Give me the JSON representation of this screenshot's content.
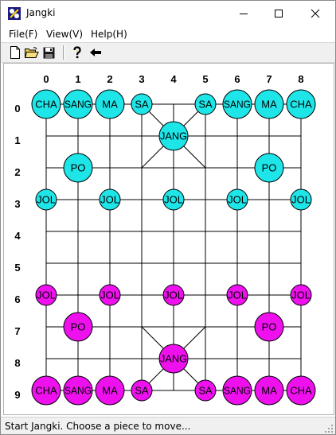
{
  "window": {
    "title": "Jangki",
    "icon": "jangki-app-icon"
  },
  "menu": {
    "items": [
      {
        "id": "file",
        "label": "File(F)"
      },
      {
        "id": "view",
        "label": "View(V)"
      },
      {
        "id": "help",
        "label": "Help(H)"
      }
    ]
  },
  "toolbar": {
    "buttons": [
      {
        "id": "new",
        "icon": "new-file-icon"
      },
      {
        "id": "open",
        "icon": "open-folder-icon"
      },
      {
        "id": "save",
        "icon": "save-disk-icon"
      },
      {
        "id": "help",
        "icon": "question-mark-icon"
      },
      {
        "id": "back",
        "icon": "arrow-left-icon"
      }
    ]
  },
  "board": {
    "columns": [
      "0",
      "1",
      "2",
      "3",
      "4",
      "5",
      "6",
      "7",
      "8"
    ],
    "rows": [
      "0",
      "1",
      "2",
      "3",
      "4",
      "5",
      "6",
      "7",
      "8",
      "9"
    ],
    "colors": {
      "blue": "#1ee5e8",
      "red": "#ee11ee",
      "line": "#000000"
    },
    "pieces": [
      {
        "label": "CHA",
        "side": "blue",
        "col": 0,
        "row": 0,
        "size": "large"
      },
      {
        "label": "SANG",
        "side": "blue",
        "col": 1,
        "row": 0,
        "size": "large"
      },
      {
        "label": "MA",
        "side": "blue",
        "col": 2,
        "row": 0,
        "size": "large"
      },
      {
        "label": "SA",
        "side": "blue",
        "col": 3,
        "row": 0,
        "size": "small"
      },
      {
        "label": "SA",
        "side": "blue",
        "col": 5,
        "row": 0,
        "size": "small"
      },
      {
        "label": "SANG",
        "side": "blue",
        "col": 6,
        "row": 0,
        "size": "large"
      },
      {
        "label": "MA",
        "side": "blue",
        "col": 7,
        "row": 0,
        "size": "large"
      },
      {
        "label": "CHA",
        "side": "blue",
        "col": 8,
        "row": 0,
        "size": "large"
      },
      {
        "label": "JANG",
        "side": "blue",
        "col": 4,
        "row": 1,
        "size": "large"
      },
      {
        "label": "PO",
        "side": "blue",
        "col": 1,
        "row": 2,
        "size": "large"
      },
      {
        "label": "PO",
        "side": "blue",
        "col": 7,
        "row": 2,
        "size": "large"
      },
      {
        "label": "JOL",
        "side": "blue",
        "col": 0,
        "row": 3,
        "size": "small"
      },
      {
        "label": "JOL",
        "side": "blue",
        "col": 2,
        "row": 3,
        "size": "small"
      },
      {
        "label": "JOL",
        "side": "blue",
        "col": 4,
        "row": 3,
        "size": "small"
      },
      {
        "label": "JOL",
        "side": "blue",
        "col": 6,
        "row": 3,
        "size": "small"
      },
      {
        "label": "JOL",
        "side": "blue",
        "col": 8,
        "row": 3,
        "size": "small"
      },
      {
        "label": "JOL",
        "side": "red",
        "col": 0,
        "row": 6,
        "size": "small"
      },
      {
        "label": "JOL",
        "side": "red",
        "col": 2,
        "row": 6,
        "size": "small"
      },
      {
        "label": "JOL",
        "side": "red",
        "col": 4,
        "row": 6,
        "size": "small"
      },
      {
        "label": "JOL",
        "side": "red",
        "col": 6,
        "row": 6,
        "size": "small"
      },
      {
        "label": "JOL",
        "side": "red",
        "col": 8,
        "row": 6,
        "size": "small"
      },
      {
        "label": "PO",
        "side": "red",
        "col": 1,
        "row": 7,
        "size": "large"
      },
      {
        "label": "PO",
        "side": "red",
        "col": 7,
        "row": 7,
        "size": "large"
      },
      {
        "label": "JANG",
        "side": "red",
        "col": 4,
        "row": 8,
        "size": "large"
      },
      {
        "label": "CHA",
        "side": "red",
        "col": 0,
        "row": 9,
        "size": "large"
      },
      {
        "label": "SANG",
        "side": "red",
        "col": 1,
        "row": 9,
        "size": "large"
      },
      {
        "label": "MA",
        "side": "red",
        "col": 2,
        "row": 9,
        "size": "large"
      },
      {
        "label": "SA",
        "side": "red",
        "col": 3,
        "row": 9,
        "size": "small"
      },
      {
        "label": "SA",
        "side": "red",
        "col": 5,
        "row": 9,
        "size": "small"
      },
      {
        "label": "SANG",
        "side": "red",
        "col": 6,
        "row": 9,
        "size": "large"
      },
      {
        "label": "MA",
        "side": "red",
        "col": 7,
        "row": 9,
        "size": "large"
      },
      {
        "label": "CHA",
        "side": "red",
        "col": 8,
        "row": 9,
        "size": "large"
      }
    ]
  },
  "status": {
    "text": "Start Jangki. Choose a piece to move..."
  }
}
